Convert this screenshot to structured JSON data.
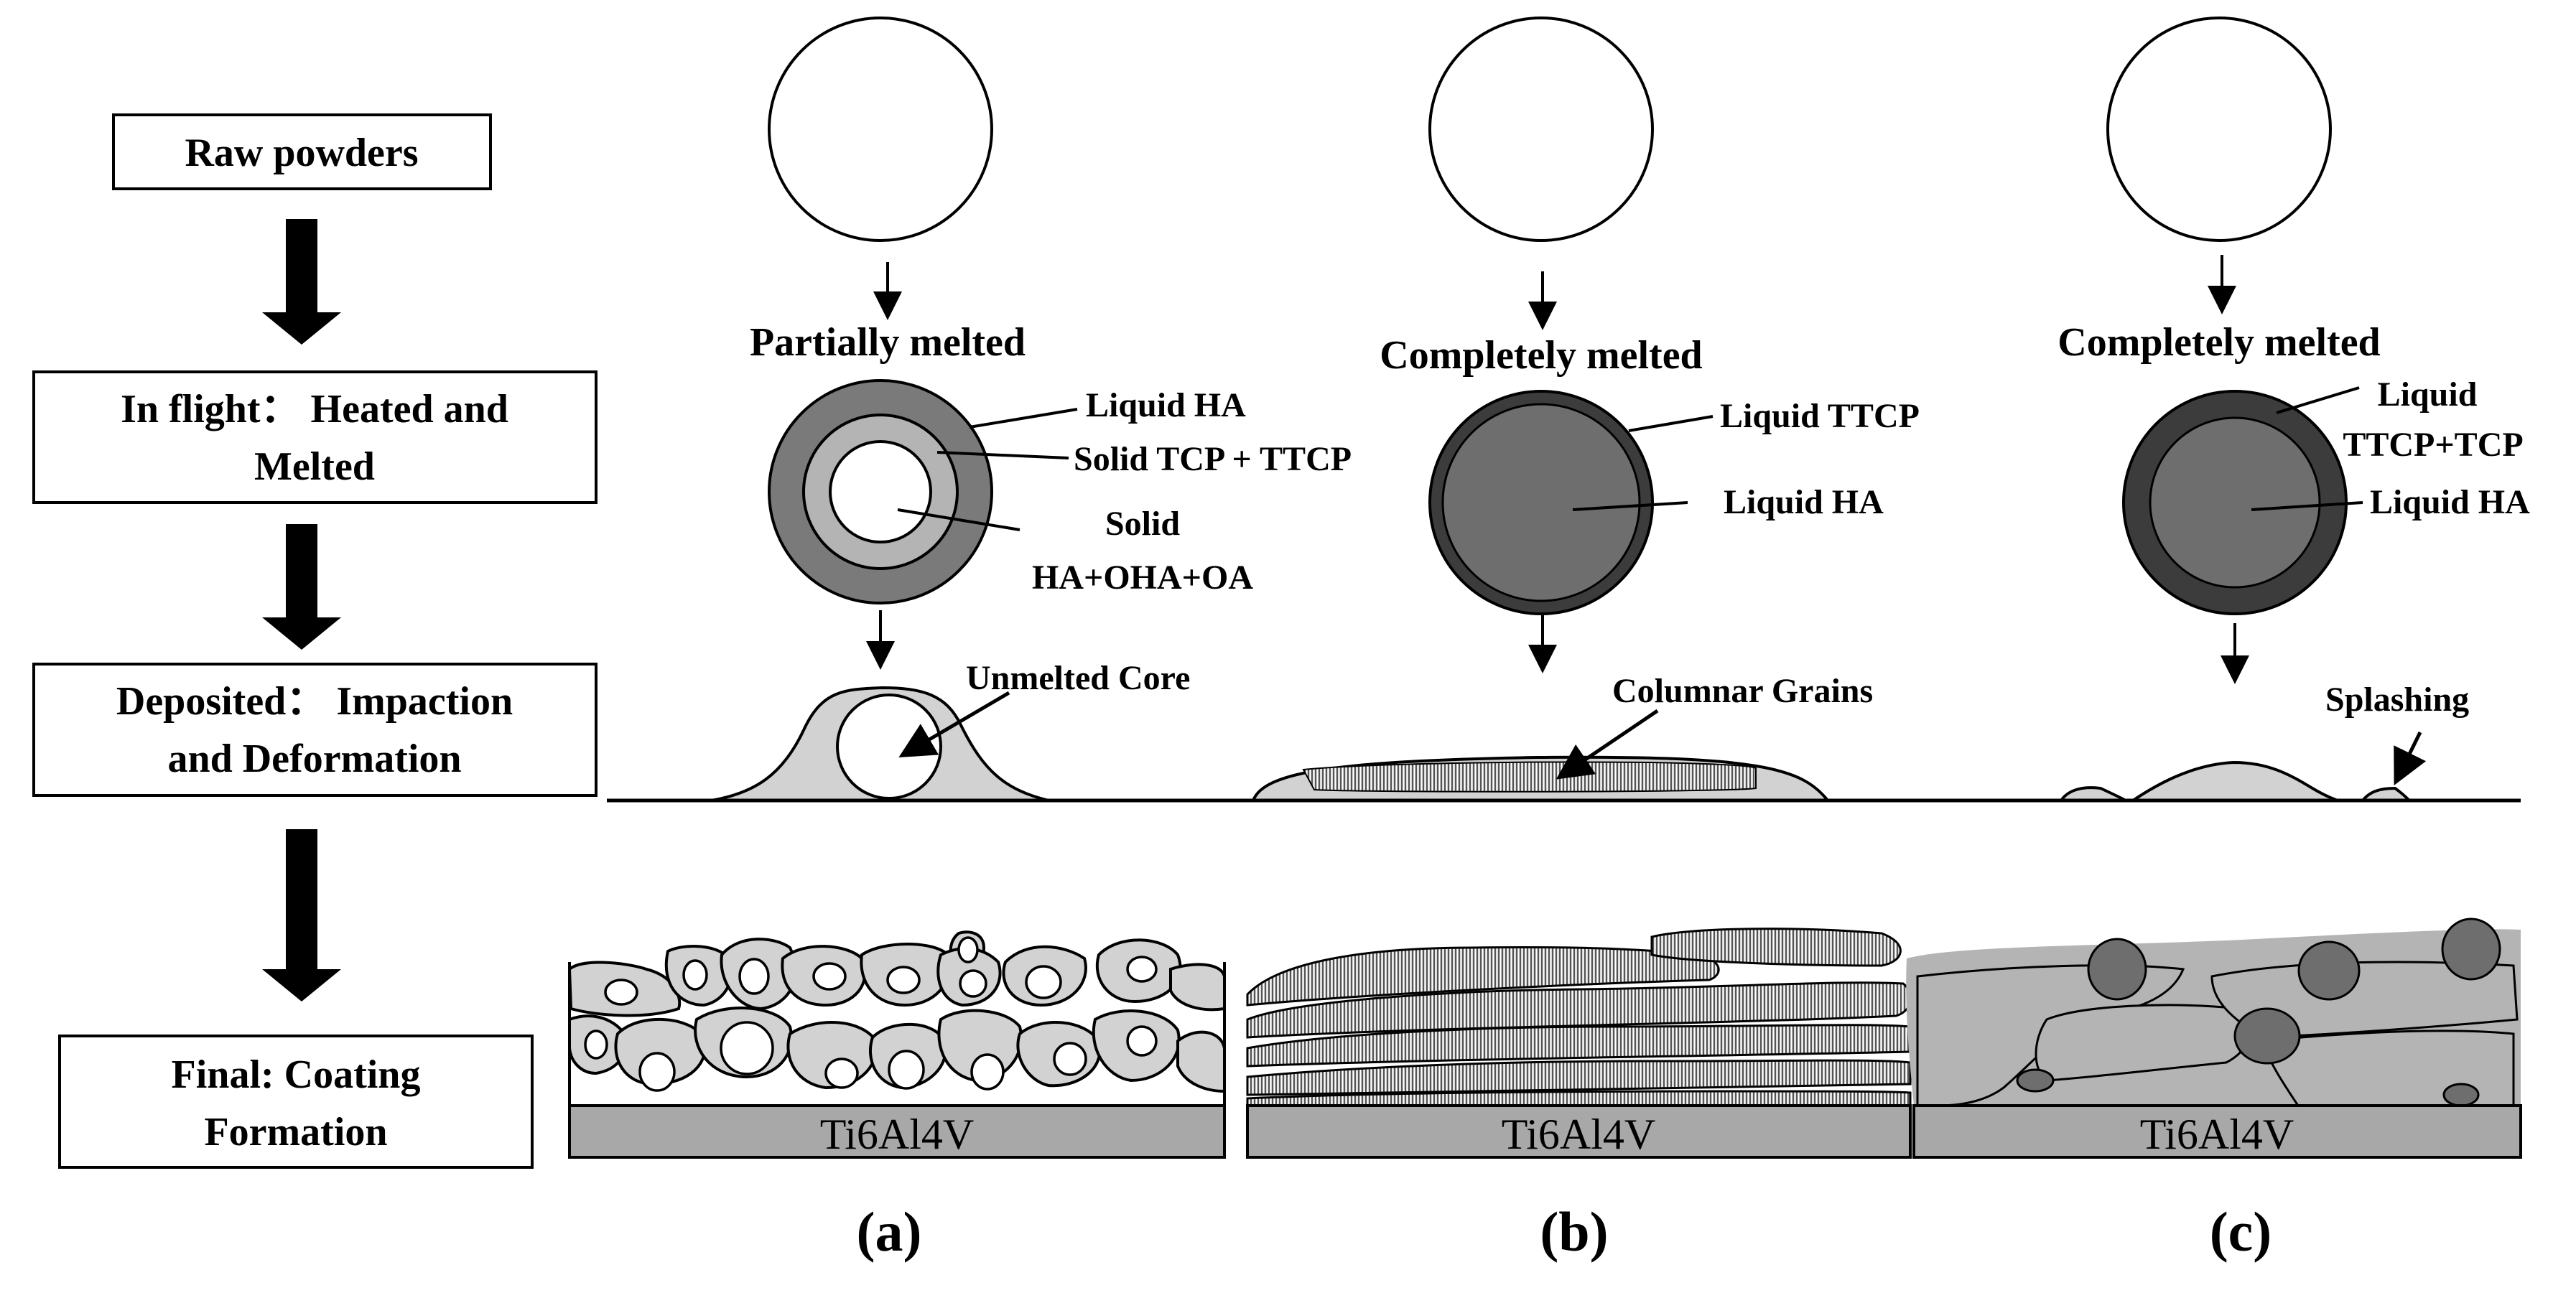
{
  "flow": {
    "raw": "Raw powders",
    "flight_line1": "In flight： Heated and",
    "flight_line2": "Melted",
    "deposit_line1": "Deposited： Impaction",
    "deposit_line2": "and Deformation",
    "final_line1": "Final: Coating",
    "final_line2": "Formation"
  },
  "panel_a": {
    "state": "Partially melted",
    "liquid_ha": "Liquid HA",
    "solid_tcp": "Solid TCP + TTCP",
    "solid_line1": "Solid",
    "solid_line2": "HA+OHA+OA",
    "deposit_label": "Unmelted Core",
    "substrate": "Ti6Al4V",
    "label": "(a)"
  },
  "panel_b": {
    "state": "Completely melted",
    "liquid_ttcp": "Liquid TTCP",
    "liquid_ha": "Liquid HA",
    "deposit_label": "Columnar Grains",
    "substrate": "Ti6Al4V",
    "label": "(b)"
  },
  "panel_c": {
    "state": "Completely melted",
    "liquid_line1": "Liquid",
    "liquid_line2": "TTCP+TCP",
    "liquid_ha": "Liquid HA",
    "deposit_label": "Splashing",
    "substrate": "Ti6Al4V",
    "label": "(c)"
  },
  "colors": {
    "outer_gray": "#7a7a7a",
    "mid_gray": "#b4b4b4",
    "dark_shell": "#3c3c3c",
    "liquid_ha": "#6e6e6e",
    "splat": "#d2d2d2",
    "substrate": "#a8a8a8"
  }
}
